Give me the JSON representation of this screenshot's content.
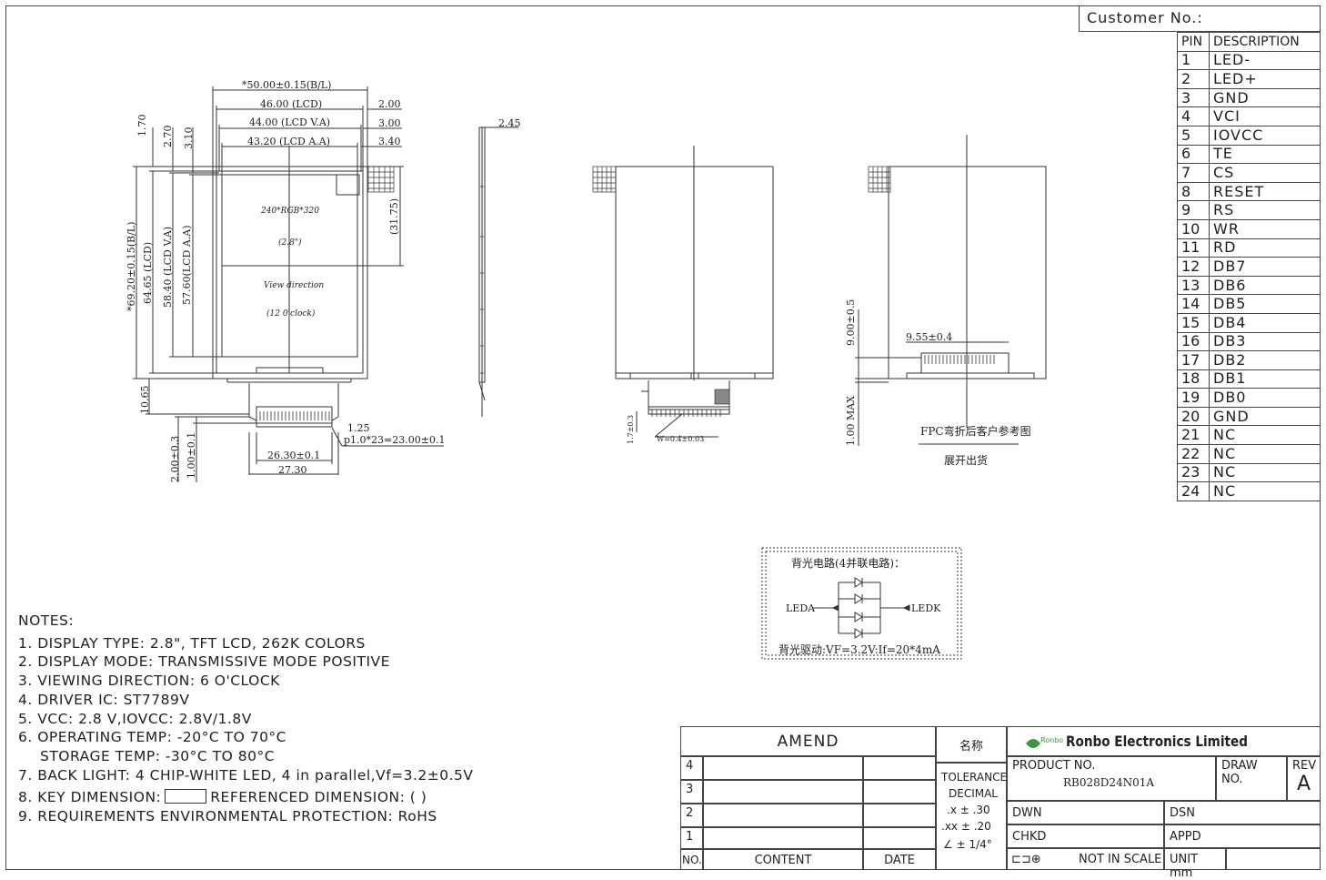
{
  "customer": {
    "label": "Customer No.:"
  },
  "pin_table": {
    "header_pin": "PIN",
    "header_desc": "DESCRIPTION",
    "rows": [
      {
        "pin": "1",
        "desc": "LED-"
      },
      {
        "pin": "2",
        "desc": "LED+"
      },
      {
        "pin": "3",
        "desc": "GND"
      },
      {
        "pin": "4",
        "desc": "VCI"
      },
      {
        "pin": "5",
        "desc": "IOVCC"
      },
      {
        "pin": "6",
        "desc": "TE"
      },
      {
        "pin": "7",
        "desc": "CS"
      },
      {
        "pin": "8",
        "desc": "RESET"
      },
      {
        "pin": "9",
        "desc": "RS"
      },
      {
        "pin": "10",
        "desc": "WR"
      },
      {
        "pin": "11",
        "desc": "RD"
      },
      {
        "pin": "12",
        "desc": "DB7"
      },
      {
        "pin": "13",
        "desc": "DB6"
      },
      {
        "pin": "14",
        "desc": "DB5"
      },
      {
        "pin": "15",
        "desc": "DB4"
      },
      {
        "pin": "16",
        "desc": "DB3"
      },
      {
        "pin": "17",
        "desc": "DB2"
      },
      {
        "pin": "18",
        "desc": "DB1"
      },
      {
        "pin": "19",
        "desc": "DB0"
      },
      {
        "pin": "20",
        "desc": "GND"
      },
      {
        "pin": "21",
        "desc": "NC"
      },
      {
        "pin": "22",
        "desc": "NC"
      },
      {
        "pin": "23",
        "desc": "NC"
      },
      {
        "pin": "24",
        "desc": "NC"
      }
    ]
  },
  "front_view": {
    "dim_bl_width": "*50.00±0.15(B/L)",
    "dim_lcd_width": "46.00 (LCD)",
    "dim_va_width": "44.00 (LCD V.A)",
    "dim_aa_width": "43.20 (LCD A.A)",
    "dim_r1": "2.00",
    "dim_r2": "3.00",
    "dim_r3": "3.40",
    "dim_t1": "1.70",
    "dim_t2": "2.70",
    "dim_t3": "3.10",
    "dim_bl_height": "*69.20±0.15(B/L)",
    "dim_lcd_height": "64.65 (LCD)",
    "dim_va_height": "58.40 (LCD V.A)",
    "dim_aa_height": "57.60(LCD A.A)",
    "dim_31_75": "(31.75)",
    "resolution": "240*RGB*320",
    "size": "(2.8\")",
    "view_direction": "View direction",
    "clock": "(12 0'clock)",
    "dim_10_65": "10.65",
    "dim_2_00": "2.00±0.3",
    "dim_1_00": "1.00±0.1",
    "dim_1_25": "1.25",
    "dim_pitch": "p1.0*23=23.00±0.1",
    "dim_26_30": "26.30±0.1",
    "dim_27_30": "27.30"
  },
  "side_view": {
    "dim_thickness": "2.45"
  },
  "back_view": {
    "dim_1_7": "1.7±0.3",
    "dim_w": "W=0.4±0.03"
  },
  "fpc_view": {
    "dim_9_00": "9.00±0.5",
    "dim_9_55": "9.55±0.4",
    "dim_1_00_max": "1.00 MAX",
    "caption1": "FPC弯折后客户参考图",
    "caption2": "展开出货"
  },
  "backlight": {
    "title": "背光电路(4并联电路)：",
    "leda": "LEDA",
    "ledk": "LEDK",
    "drive": "背光驱动:VF=3.2V:If=20*4mA"
  },
  "notes": {
    "title": "NOTES:",
    "n1": "1.  DISPLAY TYPE:   2.8\", TFT LCD, 262K COLORS",
    "n2": "2.  DISPLAY MODE:   TRANSMISSIVE MODE POSITIVE",
    "n3": "3.  VIEWING DIRECTION:   6 O'CLOCK",
    "n4": "4.  DRIVER IC:  ST7789V",
    "n5": "5.  VCC:  2.8 V,IOVCC:  2.8V/1.8V",
    "n6": "6.  OPERATING TEMP:  -20°C  TO  70°C",
    "n6b": "STORAGE TEMP:  -30°C  TO  80°C",
    "n7": "7.  BACK LIGHT:  4  CHIP-WHITE  LED,  4  in  parallel,Vf=3.2±0.5V",
    "n8a": "8.  KEY DIMENSION:",
    "n8b": "REFERENCED  DIMENSION:  (     )",
    "n9": "9.  REQUIREMENTS  ENVIRONMENTAL  PROTECTION:  RoHS"
  },
  "title_block": {
    "amend": "AMEND",
    "mingcheng": "名称",
    "company": "Ronbo Electronics Limited",
    "logo_text": "Ronbo",
    "product_no_label": "PRODUCT NO.",
    "product_no": "RB028D24N01A",
    "draw_no": "DRAW NO.",
    "rev": "REV",
    "rev_value": "A",
    "tolerance": "TOLERANCE",
    "decimal": "DECIMAL",
    "tol_x": ".x  ±  .30",
    "tol_xx": ".xx  ±  .20",
    "tol_angle": "∠ ± 1/4°",
    "dwn": "DWN",
    "dsn": "DSN",
    "chkd": "CHKD",
    "appd": "APPD",
    "not_in_scale": "NOT IN SCALE",
    "unit": "UNIT mm",
    "no": "NO.",
    "content": "CONTENT",
    "date": "DATE",
    "rev_marks": [
      "4",
      "3",
      "2",
      "1"
    ]
  }
}
